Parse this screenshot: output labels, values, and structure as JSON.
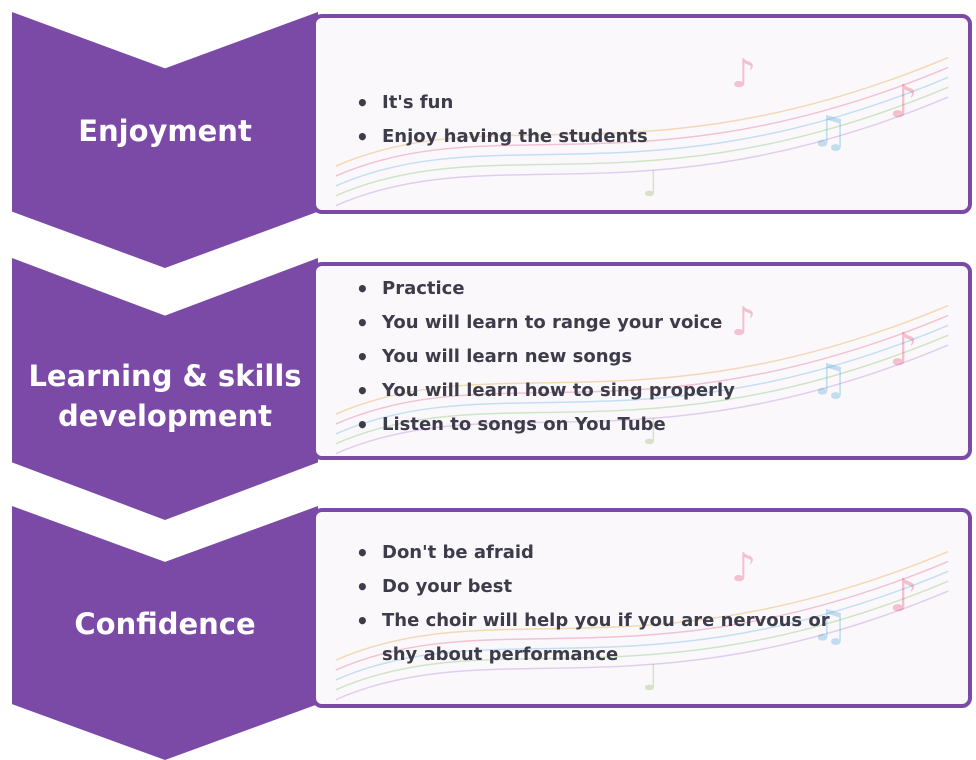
{
  "sections": [
    {
      "label": "Enjoyment",
      "bullets": [
        "It's fun",
        "Enjoy having the students"
      ]
    },
    {
      "label": "Learning & skills development",
      "bullets": [
        "Practice",
        "You will learn to range your voice",
        "You will learn new songs",
        "You will learn how to sing properly",
        "Listen to songs on You Tube"
      ]
    },
    {
      "label": "Confidence",
      "bullets": [
        "Don't be afraid",
        "Do your best",
        "The choir will help you if you are nervous or shy about performance"
      ]
    }
  ],
  "colors": {
    "chevron": "#7a4aa6",
    "box_border": "#7a4aa6",
    "text": "#3c3c4a"
  },
  "decoration": "music-notes-staff"
}
